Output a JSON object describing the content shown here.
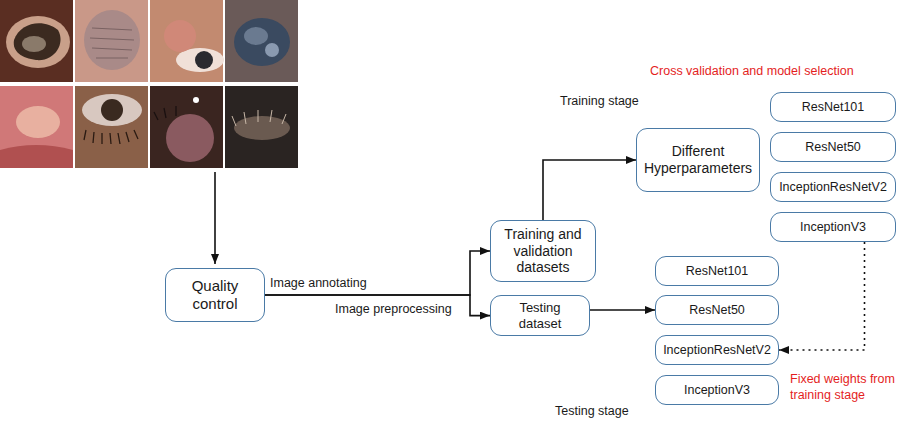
{
  "diagram": {
    "nodes": [
      {
        "text": [
          "Quality control"
        ]
      },
      {
        "text": [
          "Training and validation datasets"
        ]
      },
      {
        "text": [
          "Different Hyperparameters"
        ]
      },
      {
        "text": [
          "ResNet101"
        ]
      },
      {
        "text": [
          "ResNet50"
        ]
      },
      {
        "text": [
          "InceptionResNetV2"
        ]
      },
      {
        "text": [
          "InceptionV3"
        ]
      },
      {
        "text": [
          "Testing dataset"
        ]
      },
      {
        "text": [
          "ResNet101"
        ]
      },
      {
        "text": [
          "ResNet50"
        ]
      },
      {
        "text": [
          "InceptionResNetV2"
        ]
      },
      {
        "text": [
          "InceptionV3"
        ]
      }
    ],
    "edges": [
      {
        "from": 0,
        "to": 1,
        "arrow": "to"
      },
      {
        "from": 0,
        "to": 7,
        "arrow": "to"
      },
      {
        "from": 1,
        "to": 2,
        "arrow": "to"
      },
      {
        "from": 7,
        "to": 9,
        "arrow": "to"
      },
      {
        "from": 6,
        "to": 10,
        "arrow": "to"
      }
    ],
    "labels": [
      "Cross validation and model selection",
      "Training stage",
      "Image annotating",
      "Image preprocessing",
      "Fixed weights from training stage",
      "Testing stage"
    ]
  }
}
